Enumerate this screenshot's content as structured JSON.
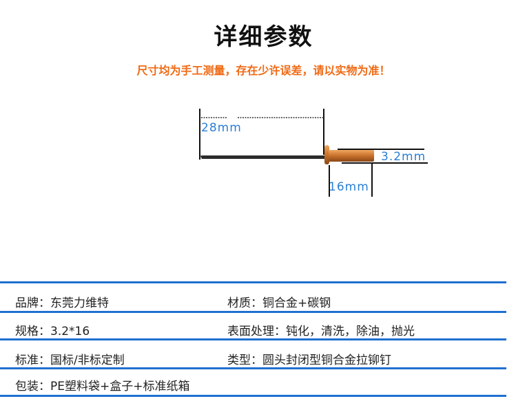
{
  "header": {
    "title": "详细参数",
    "subtitle": "尺寸均为手工测量，存在少许误差，请以实物为准！"
  },
  "diagram": {
    "length_label": "28mm",
    "diameter_label": "3.2mm",
    "body_length_label": "16mm"
  },
  "specs": {
    "rows": [
      {
        "left": "品牌：东莞力维特",
        "right": "材质：铜合金+碳钢"
      },
      {
        "left": "规格：3.2*16",
        "right": "表面处理：钝化，清洗，除油，抛光"
      },
      {
        "left": "标准：国标/非标定制",
        "right": "类型：圆头封闭型铜合金拉铆钉"
      },
      {
        "left": "包装：PE塑料袋+盒子+标准纸箱",
        "right": ""
      }
    ]
  },
  "colors": {
    "accent": "#1e6fd0",
    "warning": "#f06a14",
    "dimension": "#2a7fd4"
  }
}
